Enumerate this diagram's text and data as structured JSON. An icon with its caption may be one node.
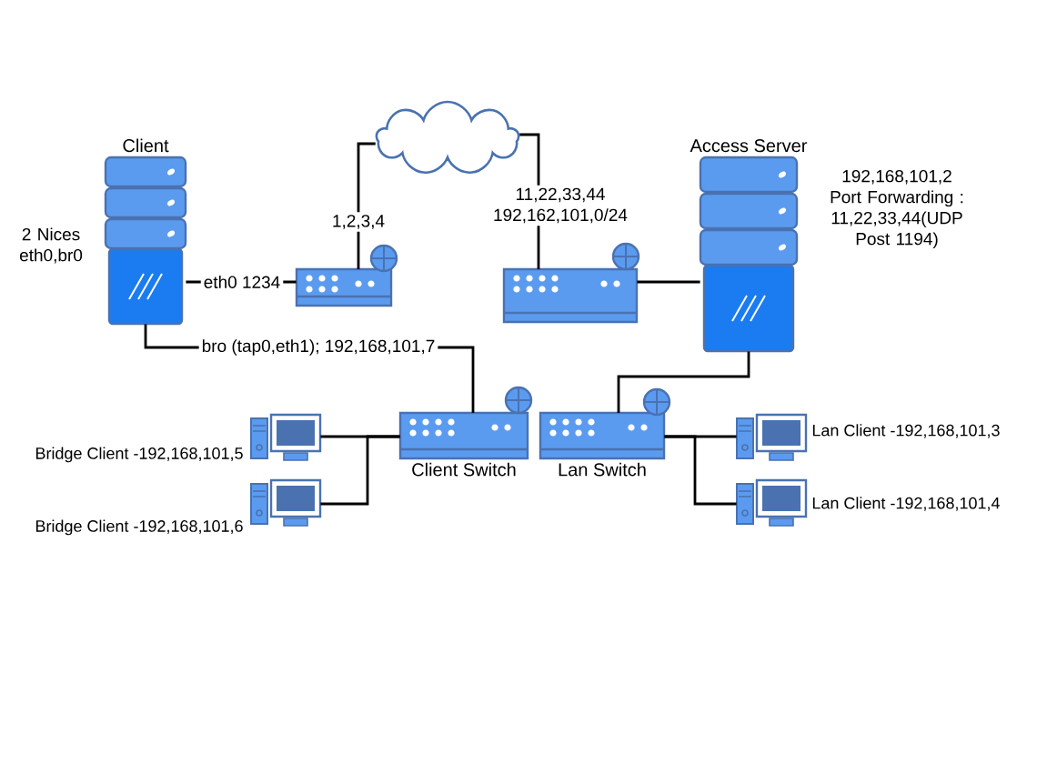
{
  "diagram": {
    "nodes": [
      {
        "text": [
          "Client"
        ],
        "beside": [
          "2 Nices eth0,br0"
        ]
      },
      {
        "text": [],
        "shape": "cloud"
      },
      {
        "text": [],
        "shape": "router"
      },
      {
        "text": [],
        "shape": "router"
      },
      {
        "text": [
          "Access Server"
        ],
        "beside": [
          "192,168,101,2 Port Forwarding : 11,22,33,44(UDP Post 1194)"
        ]
      },
      {
        "text": [
          "Client Switch"
        ]
      },
      {
        "text": [
          "Lan Switch"
        ]
      },
      {
        "text": [],
        "shape": "computer",
        "beside": [
          "Bridge  Client -192,168,101,5"
        ]
      },
      {
        "text": [],
        "shape": "computer",
        "beside": [
          "Bridge  Client -192,168,101,6"
        ]
      },
      {
        "text": [],
        "shape": "computer",
        "beside": [
          "Lan Client -192,168,101,3"
        ]
      },
      {
        "text": [],
        "shape": "computer",
        "beside": [
          "Lan Client -192,168,101,4"
        ]
      }
    ],
    "edges": [
      {
        "from": 0,
        "to": 2,
        "arrow": "none",
        "label": "eth0 1234"
      },
      {
        "from": 2,
        "to": 1,
        "arrow": "none",
        "label": "1,2,3,4"
      },
      {
        "from": 1,
        "to": 3,
        "arrow": "none",
        "label": "11,22,33,44 192,162,101,0/24"
      },
      {
        "from": 3,
        "to": 4,
        "arrow": "none"
      },
      {
        "from": 0,
        "to": 5,
        "arrow": "none",
        "label": "bro (tap0,eth1); 192,168,101,7"
      },
      {
        "from": 4,
        "to": 6,
        "arrow": "none"
      },
      {
        "from": 5,
        "to": 7,
        "arrow": "none"
      },
      {
        "from": 5,
        "to": 8,
        "arrow": "none"
      },
      {
        "from": 6,
        "to": 9,
        "arrow": "none"
      },
      {
        "from": 6,
        "to": 10,
        "arrow": "none"
      }
    ]
  }
}
